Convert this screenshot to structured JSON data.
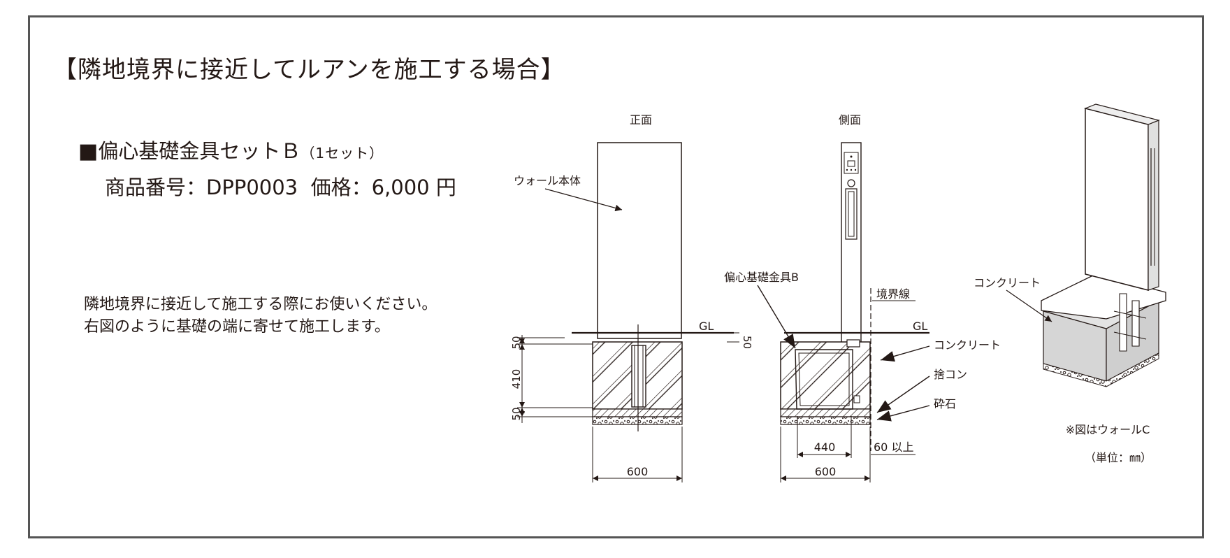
{
  "page": {
    "title": "【隣地境界に接近してルアンを施工する場合】",
    "product_name": "偏心基礎金具セットＢ",
    "product_qty": "（1セット）",
    "product_no_label": "商品番号：",
    "product_no": "DPP0003",
    "price_label": "価格：",
    "price": "6,000 円",
    "desc_line1": "隣地境界に接近して施工する際にお使いください。",
    "desc_line2": "右図のように基礎の端に寄せて施工します。"
  },
  "diagram": {
    "front_title": "正面",
    "side_title": "側面",
    "wall_body": "ウォール本体",
    "eccentric_fitting": "偏心基礎金具B",
    "boundary_line": "境界線",
    "gl": "GL",
    "concrete": "コンクリート",
    "leveling_concrete": "捨コン",
    "crushed_stone": "砕石",
    "dim_50_top": "50",
    "dim_410": "410",
    "dim_50_bottom": "50",
    "dim_600": "600",
    "dim_440": "440",
    "dim_60_min": "60 以上",
    "dim_50_gl": "50",
    "note_wall_c": "※図はウォールC",
    "unit": "（単位：㎜）"
  },
  "colors": {
    "frame": "#555555",
    "ink": "#231815",
    "concrete_fill": "#d6d6d6"
  }
}
